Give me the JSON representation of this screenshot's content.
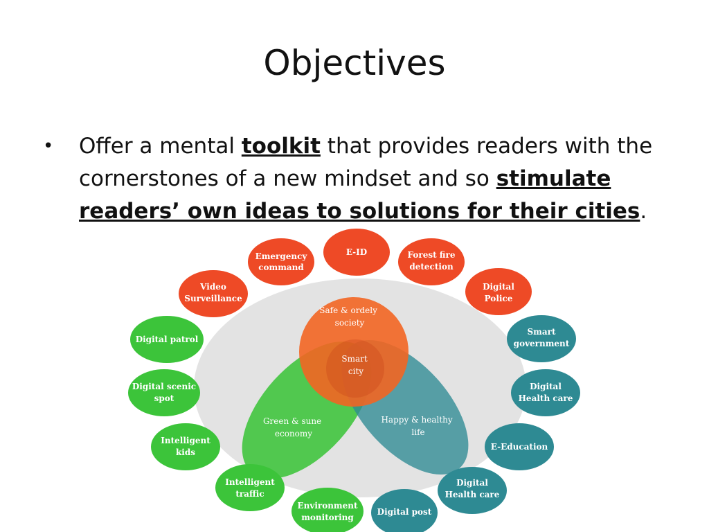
{
  "slide": {
    "title": "Objectives",
    "bullet": {
      "t1": "Offer a mental ",
      "b1": "toolkit",
      "t2": " that provides readers with the cornerstones of a  new mindset and so ",
      "b2": "stimulate readers’ own ideas to solutions for their cities",
      "t3": "."
    }
  },
  "diagram": {
    "colors": {
      "orange": "#f26522",
      "red": "#ee4a26",
      "green": "#3cc43a",
      "teal": "#2e8a93",
      "background_ellipse": "#e3e3e3"
    },
    "venn": {
      "safe": "Safe & ordely society",
      "safe_lines": [
        "Safe & ordely",
        "society"
      ],
      "green_lines": [
        "Green & sune",
        "economy"
      ],
      "happy_lines": [
        "Happy & healthy",
        "life"
      ],
      "center_lines": [
        "Smart",
        "city"
      ]
    },
    "nodes": [
      {
        "id": "emergency",
        "color": "red",
        "lines": [
          "Emergency",
          "command"
        ]
      },
      {
        "id": "eid",
        "color": "red",
        "lines": [
          "E-ID"
        ]
      },
      {
        "id": "forest",
        "color": "red",
        "lines": [
          "Forest fire",
          "detection"
        ]
      },
      {
        "id": "video",
        "color": "red",
        "lines": [
          "Video",
          "Surveillance"
        ]
      },
      {
        "id": "police",
        "color": "red",
        "lines": [
          "Digital",
          "Police"
        ]
      },
      {
        "id": "patrol",
        "color": "green",
        "lines": [
          "Digital patrol"
        ]
      },
      {
        "id": "gov",
        "color": "teal",
        "lines": [
          "Smart",
          "government"
        ]
      },
      {
        "id": "scenic",
        "color": "green",
        "lines": [
          "Digital scenic",
          "spot"
        ]
      },
      {
        "id": "health1",
        "color": "teal",
        "lines": [
          "Digital",
          "Health care"
        ]
      },
      {
        "id": "kids",
        "color": "green",
        "lines": [
          "Intelligent",
          "kids"
        ]
      },
      {
        "id": "edu",
        "color": "teal",
        "lines": [
          "E-Education"
        ]
      },
      {
        "id": "traffic",
        "color": "green",
        "lines": [
          "Intelligent",
          "traffic"
        ]
      },
      {
        "id": "health2",
        "color": "teal",
        "lines": [
          "Digital",
          "Health care"
        ]
      },
      {
        "id": "env",
        "color": "green",
        "lines": [
          "Environment",
          "monitoring"
        ]
      },
      {
        "id": "post",
        "color": "teal",
        "lines": [
          "Digital post"
        ]
      }
    ]
  }
}
